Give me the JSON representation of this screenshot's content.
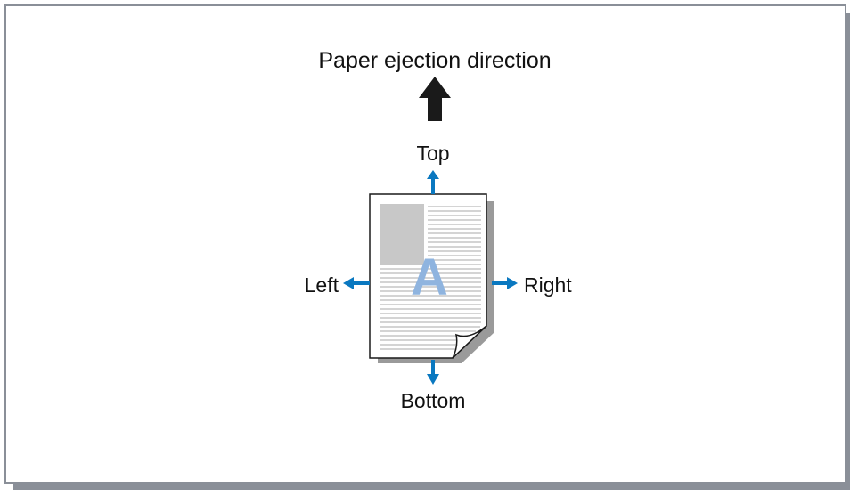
{
  "diagram": {
    "title": "Paper ejection direction",
    "labels": {
      "top": "Top",
      "bottom": "Bottom",
      "left": "Left",
      "right": "Right"
    },
    "page_glyph": "A"
  },
  "colors": {
    "frame_border": "#8a8f98",
    "frame_shadow": "#8a8f98",
    "ejection_arrow": "#1a1a1a",
    "direction_arrows": "#0a78c0",
    "page_letter": "#8fb4df",
    "page_image_block": "#c8c8c8",
    "page_text_lines": "#a8a8a8",
    "page_shadow": "#9a9a9a"
  },
  "icons": {
    "ejection": "arrow-up-icon",
    "page": "document-page-icon"
  }
}
